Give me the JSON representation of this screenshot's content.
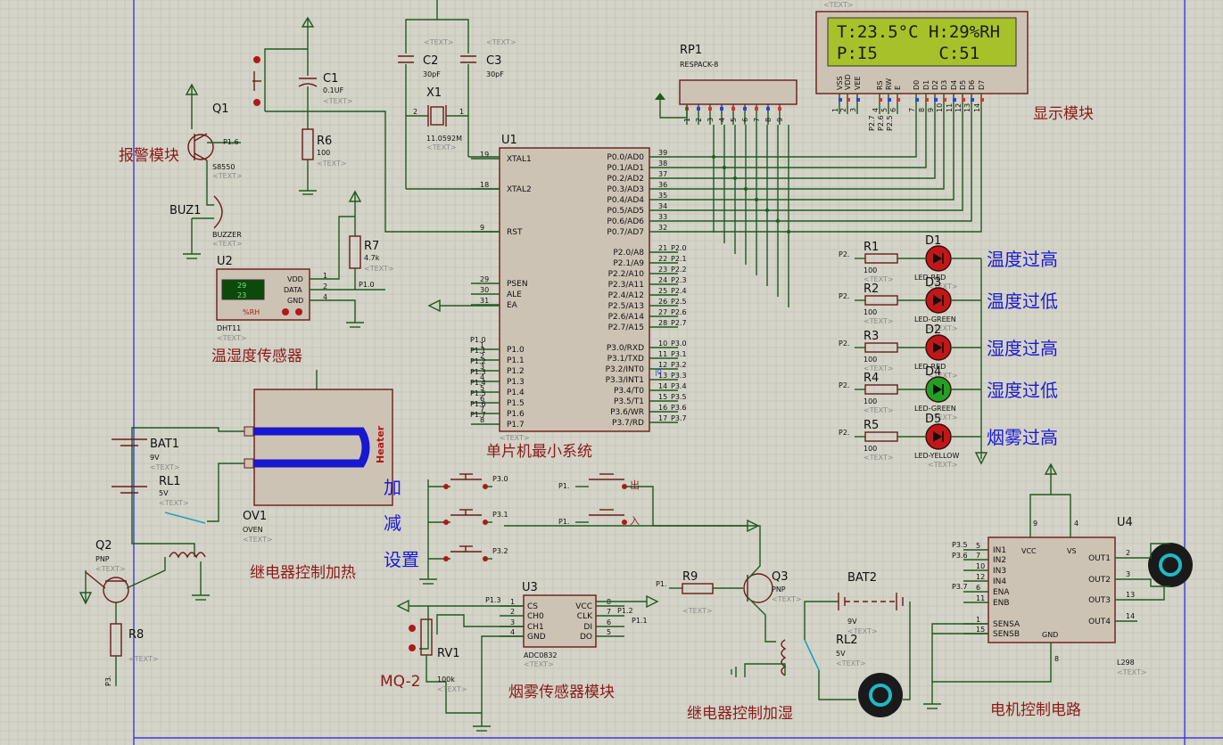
{
  "lcd": {
    "line1": "T:23.5°C H:29%RH",
    "line2": "P:I5      C:51",
    "pins": [
      "VSS",
      "VDD",
      "VEE",
      "RS",
      "RW",
      "E",
      "D0",
      "D1",
      "D2",
      "D3",
      "D4",
      "D5",
      "D6",
      "D7"
    ],
    "pin_numbers": [
      "1",
      "2",
      "3",
      "4",
      "5",
      "6",
      "7",
      "8",
      "9",
      "10",
      "11",
      "12",
      "13",
      "14"
    ],
    "port_labels": [
      "P2.7",
      "P2.6",
      "P2.5"
    ]
  },
  "modules": {
    "display": "显示模块",
    "alarm": "报警模块",
    "sensor": "温湿度传感器",
    "mcu": "单片机最小系统",
    "heater": "继电器控制加热",
    "smoke": "烟雾传感器模块",
    "humidify": "继电器控制加湿",
    "motor": "电机控制电路"
  },
  "led_labels": [
    "温度过高",
    "温度过低",
    "湿度过高",
    "湿度过低",
    "烟雾过高"
  ],
  "leds": [
    {
      "ref": "D1",
      "type": "LED-RED",
      "res": "R1",
      "val": "100",
      "port": "P2.",
      "color": "#c01818"
    },
    {
      "ref": "D3",
      "type": "LED-GREEN",
      "res": "R2",
      "val": "100",
      "port": "P2.",
      "color": "#c01818"
    },
    {
      "ref": "D2",
      "type": "LED-RED",
      "res": "R3",
      "val": "100",
      "port": "P2.",
      "color": "#c01818"
    },
    {
      "ref": "D4",
      "type": "LED-GREEN",
      "res": "R4",
      "val": "100",
      "port": "P2.",
      "color": "#22a022"
    },
    {
      "ref": "D5",
      "type": "LED-YELLOW",
      "res": "R5",
      "val": "100",
      "port": "P2.",
      "color": "#c01818"
    }
  ],
  "buttons": [
    "加",
    "减",
    "设置"
  ],
  "button_ports": [
    "P3.0",
    "P3.1",
    "P3.2"
  ],
  "switch_labels": [
    "出",
    "入"
  ],
  "switch_ports": [
    "P1.",
    "P1."
  ],
  "u1": {
    "ref": "U1",
    "left_pins": [
      {
        "n": "19",
        "name": "XTAL1"
      },
      {
        "n": "18",
        "name": "XTAL2"
      },
      {
        "n": "9",
        "name": "RST"
      },
      {
        "n": "29",
        "name": "PSEN"
      },
      {
        "n": "30",
        "name": "ALE"
      },
      {
        "n": "31",
        "name": "EA"
      },
      {
        "n": "1",
        "name": "P1.0"
      },
      {
        "n": "2",
        "name": "P1.1"
      },
      {
        "n": "3",
        "name": "P1.2"
      },
      {
        "n": "4",
        "name": "P1.3"
      },
      {
        "n": "5",
        "name": "P1.4"
      },
      {
        "n": "6",
        "name": "P1.5"
      },
      {
        "n": "7",
        "name": "P1.6"
      },
      {
        "n": "8",
        "name": "P1.7"
      }
    ],
    "right_pins": [
      {
        "n": "39",
        "name": "P0.0/AD0"
      },
      {
        "n": "38",
        "name": "P0.1/AD1"
      },
      {
        "n": "37",
        "name": "P0.2/AD2"
      },
      {
        "n": "36",
        "name": "P0.3/AD3"
      },
      {
        "n": "35",
        "name": "P0.4/AD4"
      },
      {
        "n": "34",
        "name": "P0.5/AD5"
      },
      {
        "n": "33",
        "name": "P0.6/AD6"
      },
      {
        "n": "32",
        "name": "P0.7/AD7"
      },
      {
        "n": "21",
        "name": "P2.0/A8"
      },
      {
        "n": "22",
        "name": "P2.1/A9"
      },
      {
        "n": "23",
        "name": "P2.2/A10"
      },
      {
        "n": "24",
        "name": "P2.3/A11"
      },
      {
        "n": "25",
        "name": "P2.4/A12"
      },
      {
        "n": "26",
        "name": "P2.5/A13"
      },
      {
        "n": "27",
        "name": "P2.6/A14"
      },
      {
        "n": "28",
        "name": "P2.7/A15"
      },
      {
        "n": "10",
        "name": "P3.0/RXD"
      },
      {
        "n": "11",
        "name": "P3.1/TXD"
      },
      {
        "n": "12",
        "name": "P3.2/INT0"
      },
      {
        "n": "13",
        "name": "P3.3/INT1"
      },
      {
        "n": "14",
        "name": "P3.4/T0"
      },
      {
        "n": "15",
        "name": "P3.5/T1"
      },
      {
        "n": "16",
        "name": "P3.6/WR"
      },
      {
        "n": "17",
        "name": "P3.7/RD"
      }
    ],
    "right_ports": [
      "P2.0",
      "P2.1",
      "P2.2",
      "P2.3",
      "P2.4",
      "P2.5",
      "P2.6",
      "P2.7",
      "P3.0",
      "P3.1",
      "P3.2",
      "P3.3",
      "P3.4",
      "P3.5",
      "P3.6",
      "P3.7"
    ],
    "left_ports": [
      "P1.0",
      "P1.1",
      "P1.2",
      "P1.3",
      "P1.4",
      "P1.5",
      "P1.6",
      "P1.7"
    ]
  },
  "parts": {
    "rp1": "RP1",
    "rp1_type": "RESPACK-8",
    "c2": "C2",
    "c3": "C3",
    "cap_val": "30pF",
    "x1": "X1",
    "x1_val": "11.0592M",
    "c1": "C1",
    "c1_val": "0.1UF",
    "r6": "R6",
    "r6_val": "100",
    "q1": "Q1",
    "q1_type": "S8550",
    "q1_port": "P1.6",
    "buz": "BUZ1",
    "buz_type": "BUZZER",
    "r7": "R7",
    "r7_val": "4.7k",
    "r7_port": "P1.0",
    "u2": "U2",
    "u2_type": "DHT11",
    "u2_pins": [
      "VDD",
      "DATA",
      "GND"
    ],
    "u2_disp1": "29",
    "u2_disp2": "23",
    "u2_unit": "%RH",
    "ov1": "OV1",
    "ov1_type": "OVEN",
    "heater": "Heater",
    "bat1": "BAT1",
    "bat1_val": "9V",
    "rl1": "RL1",
    "rl1_val": "5V",
    "q2": "Q2",
    "q2_type": "PNP",
    "r8": "R8",
    "r8_port": "P3.",
    "u3": "U3",
    "u3_type": "ADC0832",
    "u3_left": [
      "CS",
      "CH0",
      "CH1",
      "GND"
    ],
    "u3_right": [
      "VCC",
      "CLK",
      "DI",
      "DO"
    ],
    "u3_pins_l": [
      "1",
      "2",
      "3",
      "4"
    ],
    "u3_pins_r": [
      "8",
      "7",
      "6",
      "5"
    ],
    "u3_ports": [
      "P1.3",
      "P1.2",
      "P1.1"
    ],
    "rv1": "RV1",
    "rv1_val": "100k",
    "mq2": "MQ-2",
    "r9": "R9",
    "r9_port": "P1.",
    "q3": "Q3",
    "q3_type": "PNP",
    "bat2": "BAT2",
    "bat2_val": "9V",
    "rl2": "RL2",
    "rl2_val": "5V",
    "u4": "U4",
    "u4_type": "L298",
    "u4_left": [
      "IN1",
      "IN2",
      "IN3",
      "IN4",
      "ENA",
      "ENB",
      "SENSA",
      "SENSB"
    ],
    "u4_right": [
      "OUT1",
      "OUT2",
      "OUT3",
      "OUT4"
    ],
    "u4_top": [
      "VCC",
      "VS"
    ],
    "u4_gnd": "GND",
    "u4_ports": [
      "P3.5",
      "P3.6",
      "P3.7"
    ],
    "u4_lpins": [
      "5",
      "7",
      "10",
      "12",
      "6",
      "11",
      "1",
      "15"
    ],
    "u4_rpins": [
      "2",
      "3",
      "13",
      "14"
    ],
    "u4_tpins": [
      "9",
      "4"
    ],
    "u4_gpin": "8",
    "text": "<TEXT>"
  }
}
